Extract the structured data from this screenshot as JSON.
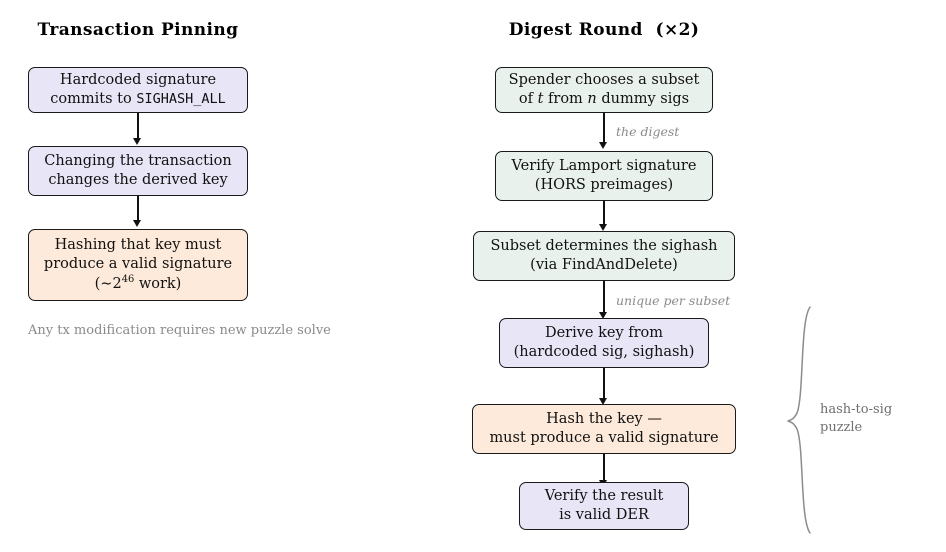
{
  "figure": {
    "background": "#ffffff",
    "text_color": "#111111",
    "muted_color": "#8a8a8a"
  },
  "colors": {
    "purple_fill": "#e8e5f7",
    "green_fill": "#e9f1ed",
    "orange_fill": "#fdeada",
    "border": "#1a1a1a",
    "arrow": "#111111",
    "brace": "#8c8c8c"
  },
  "left_column": {
    "title": "Transaction Pinning",
    "nodes": [
      {
        "id": "hardcoded-signature",
        "fill": "purple",
        "line1": "Hardcoded signature",
        "line2_pre": "commits to ",
        "line2_mono": "SIGHASH_ALL"
      },
      {
        "id": "changing-transaction",
        "fill": "purple",
        "line1": "Changing the transaction",
        "line2": "changes the derived key"
      },
      {
        "id": "hashing-key",
        "fill": "orange",
        "line1": "Hashing that key must",
        "line2": "produce a valid signature",
        "line3_pre": "(∼2",
        "line3_exp": "46",
        "line3_post": " work)"
      }
    ],
    "caption_line1": "Any tx modification",
    "caption_line2": "requires new puzzle solve"
  },
  "right_column": {
    "title_main": "Digest Round",
    "title_suffix": "(×2)",
    "nodes": [
      {
        "id": "spender-chooses-subset",
        "fill": "green",
        "line1": "Spender chooses a subset",
        "line2_a": "of ",
        "line2_var1": "t",
        "line2_b": " from ",
        "line2_var2": "n",
        "line2_c": " dummy sigs"
      },
      {
        "id": "verify-lamport-signature",
        "fill": "green",
        "line1": "Verify Lamport signature",
        "line2": "(HORS preimages)"
      },
      {
        "id": "subset-determines-sighash",
        "fill": "green",
        "line1": "Subset determines the sighash",
        "line2": "(via FindAndDelete)"
      },
      {
        "id": "derive-key",
        "fill": "purple",
        "line1": "Derive key from",
        "line2": "(hardcoded sig, sighash)"
      },
      {
        "id": "hash-the-key",
        "fill": "orange",
        "line1": "Hash the key —",
        "line2": "must produce a valid signature"
      },
      {
        "id": "verify-der",
        "fill": "purple",
        "line1": "Verify the result",
        "line2": "is valid DER"
      }
    ],
    "edge_labels": [
      {
        "id": "the-digest",
        "text": "the digest"
      },
      {
        "id": "unique-per-subset",
        "text": "unique per subset"
      }
    ],
    "brace_label_line1": "hash-to-sig",
    "brace_label_line2": "puzzle"
  }
}
